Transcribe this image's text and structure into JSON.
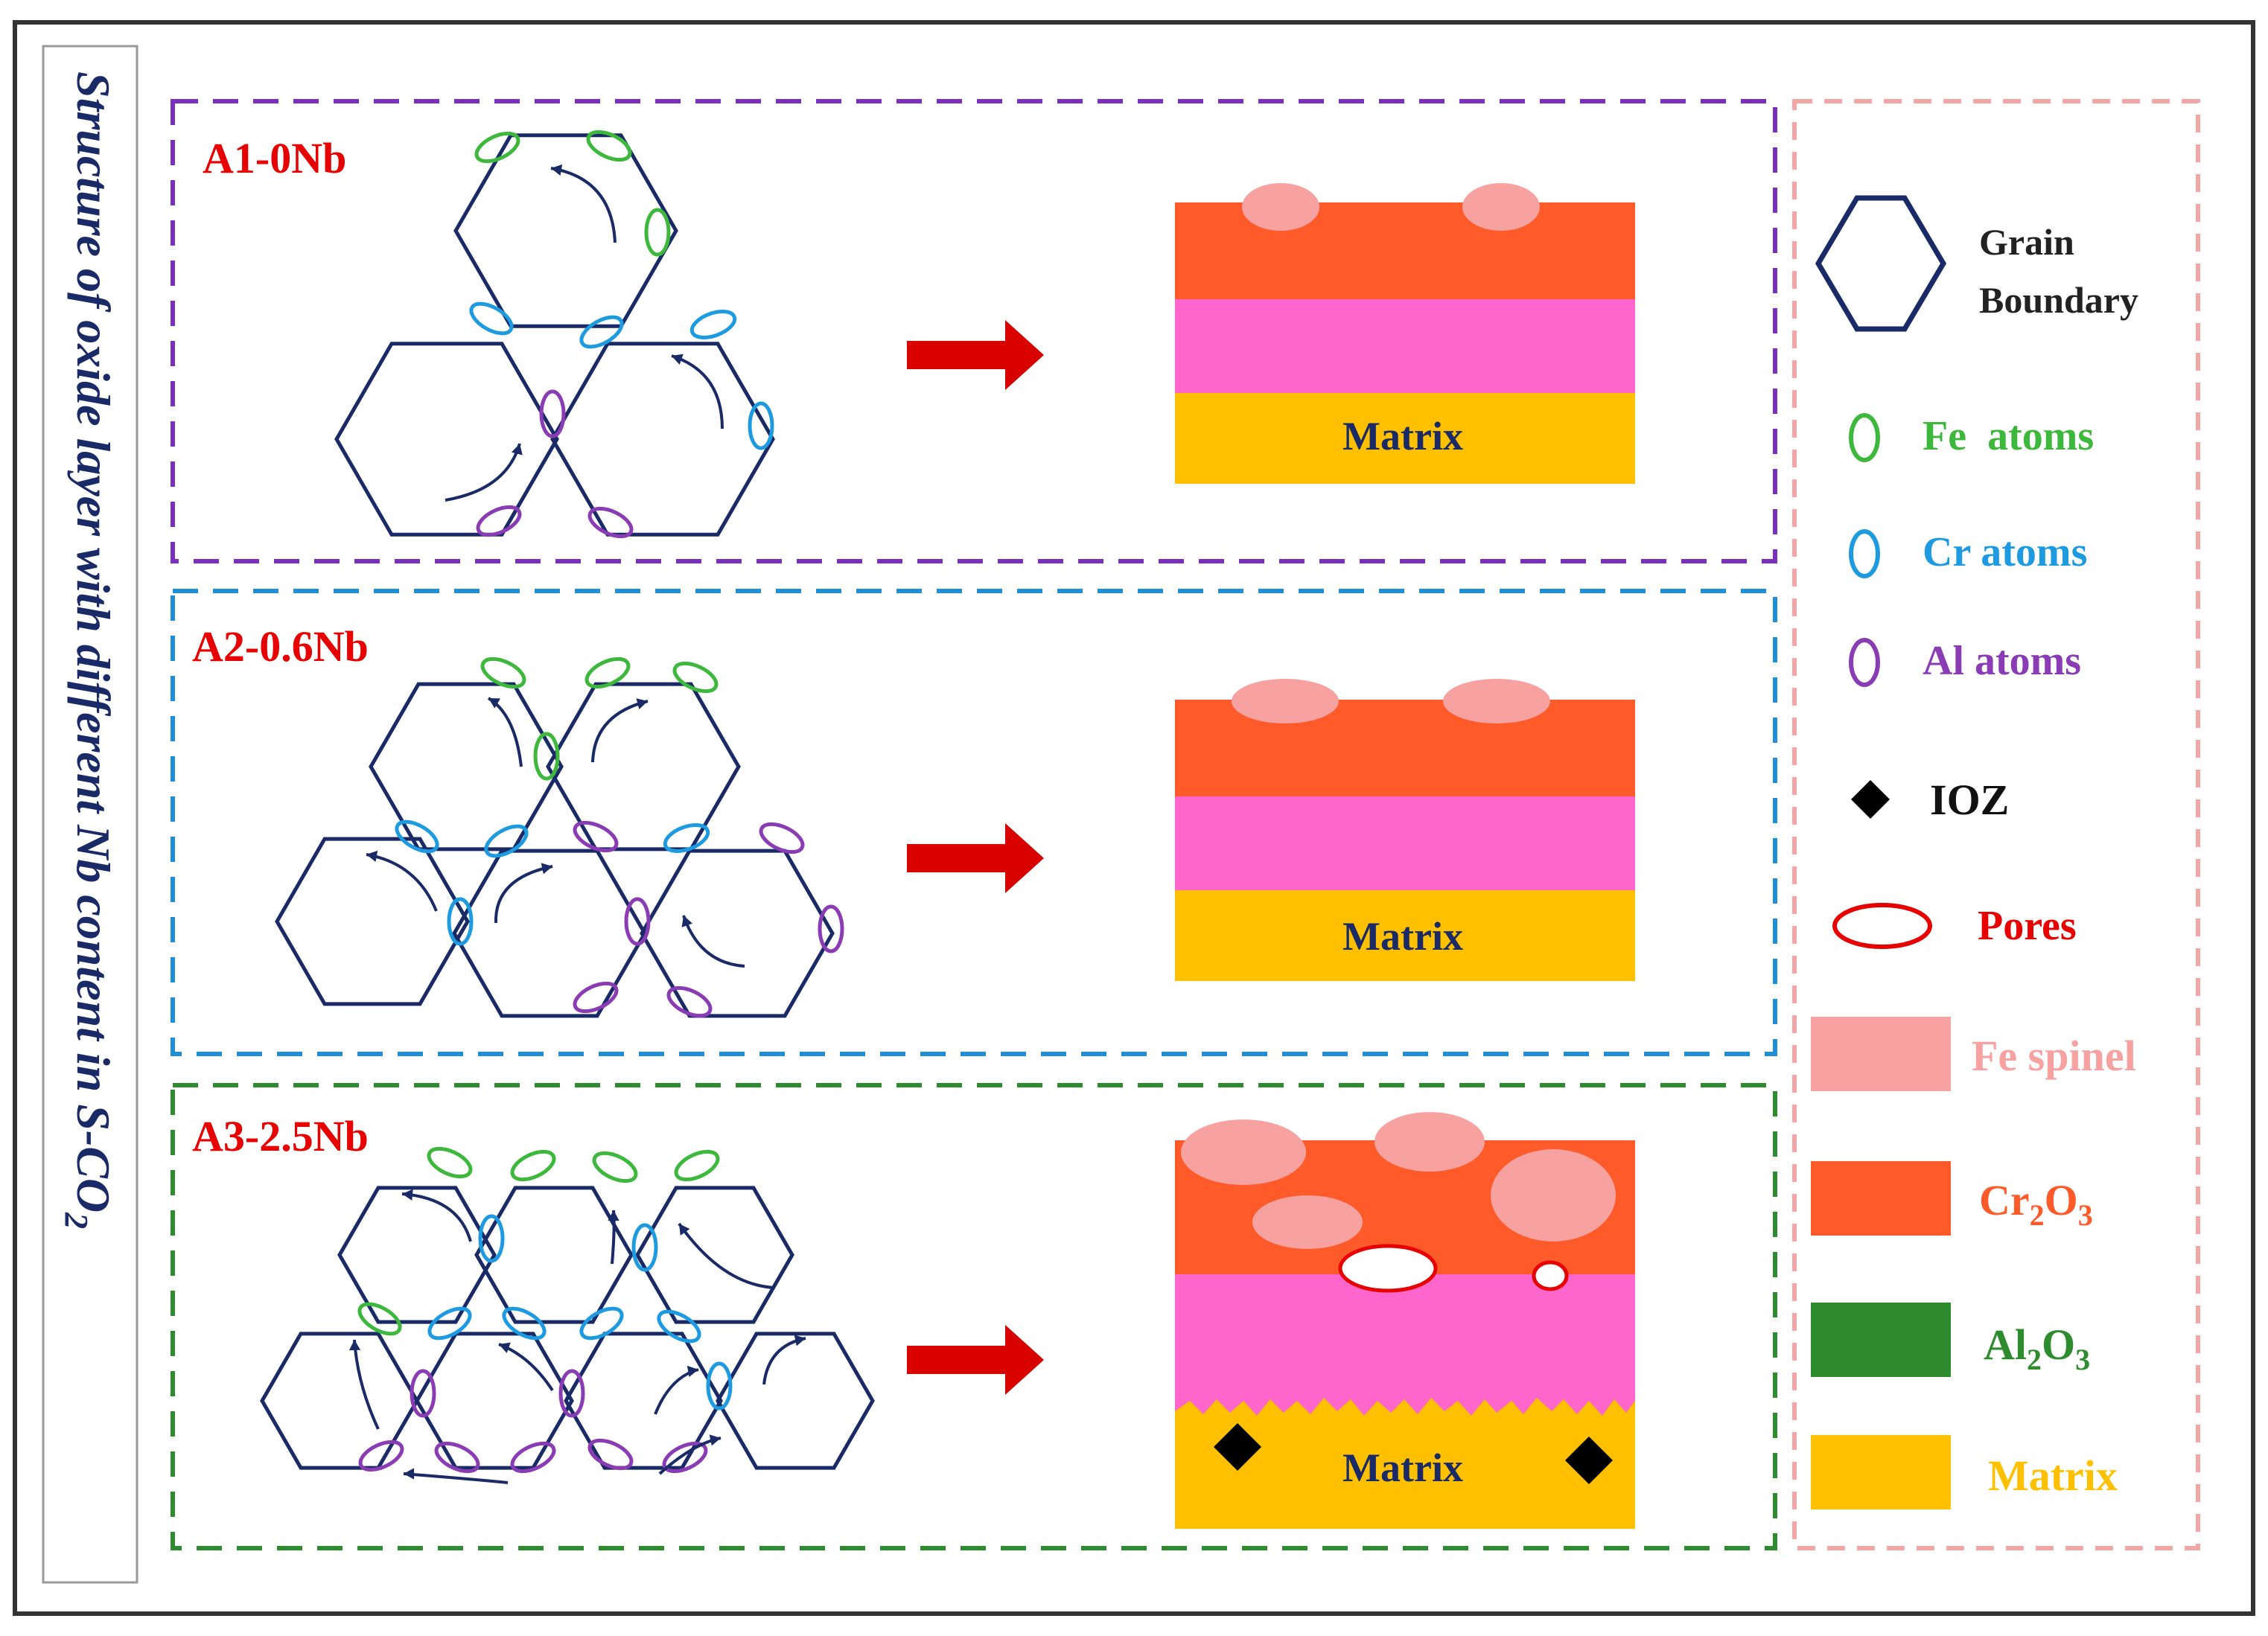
{
  "vertical_title": "Structure of oxide layer with different Nb content  in S-CO",
  "vertical_title_sub": "2",
  "panels": [
    {
      "label": "A1-0Nb",
      "matrix_label": "Matrix",
      "border_color": "#7B2FBE"
    },
    {
      "label": "A2-0.6Nb",
      "matrix_label": "Matrix",
      "border_color": "#1E8FD6"
    },
    {
      "label": "A3-2.5Nb",
      "matrix_label": "Matrix",
      "border_color": "#2E8B2E"
    }
  ],
  "legend": {
    "grain_boundary_line1": "Grain",
    "grain_boundary_line2": "Boundary",
    "fe_atoms": "Fe  atoms",
    "cr_atoms": "Cr atoms",
    "al_atoms": "Al atoms",
    "ioz": "IOZ",
    "pores": "Pores",
    "fe_spinel": "Fe spinel",
    "cr2o3_main": "Cr",
    "cr2o3_sub1": "2",
    "cr2o3_o": "O",
    "cr2o3_sub2": "3",
    "al2o3_main": "Al",
    "al2o3_sub1": "2",
    "al2o3_o": "O",
    "al2o3_sub2": "3",
    "matrix": "Matrix"
  },
  "colors": {
    "fe_atom": "#3DB83D",
    "cr_atom": "#1E9BE0",
    "al_atom": "#8A3CB5",
    "grain": "#1A2A66",
    "arrow": "#D90000",
    "label_red": "#E60000",
    "fe_spinel": "#F7A1A1",
    "cr2o3": "#FF5A2A",
    "al2o3": "#2E8B2E",
    "matrix": "#FFC000",
    "pink_layer": "#FF66CC",
    "legend_border": "#F4A6A6"
  }
}
